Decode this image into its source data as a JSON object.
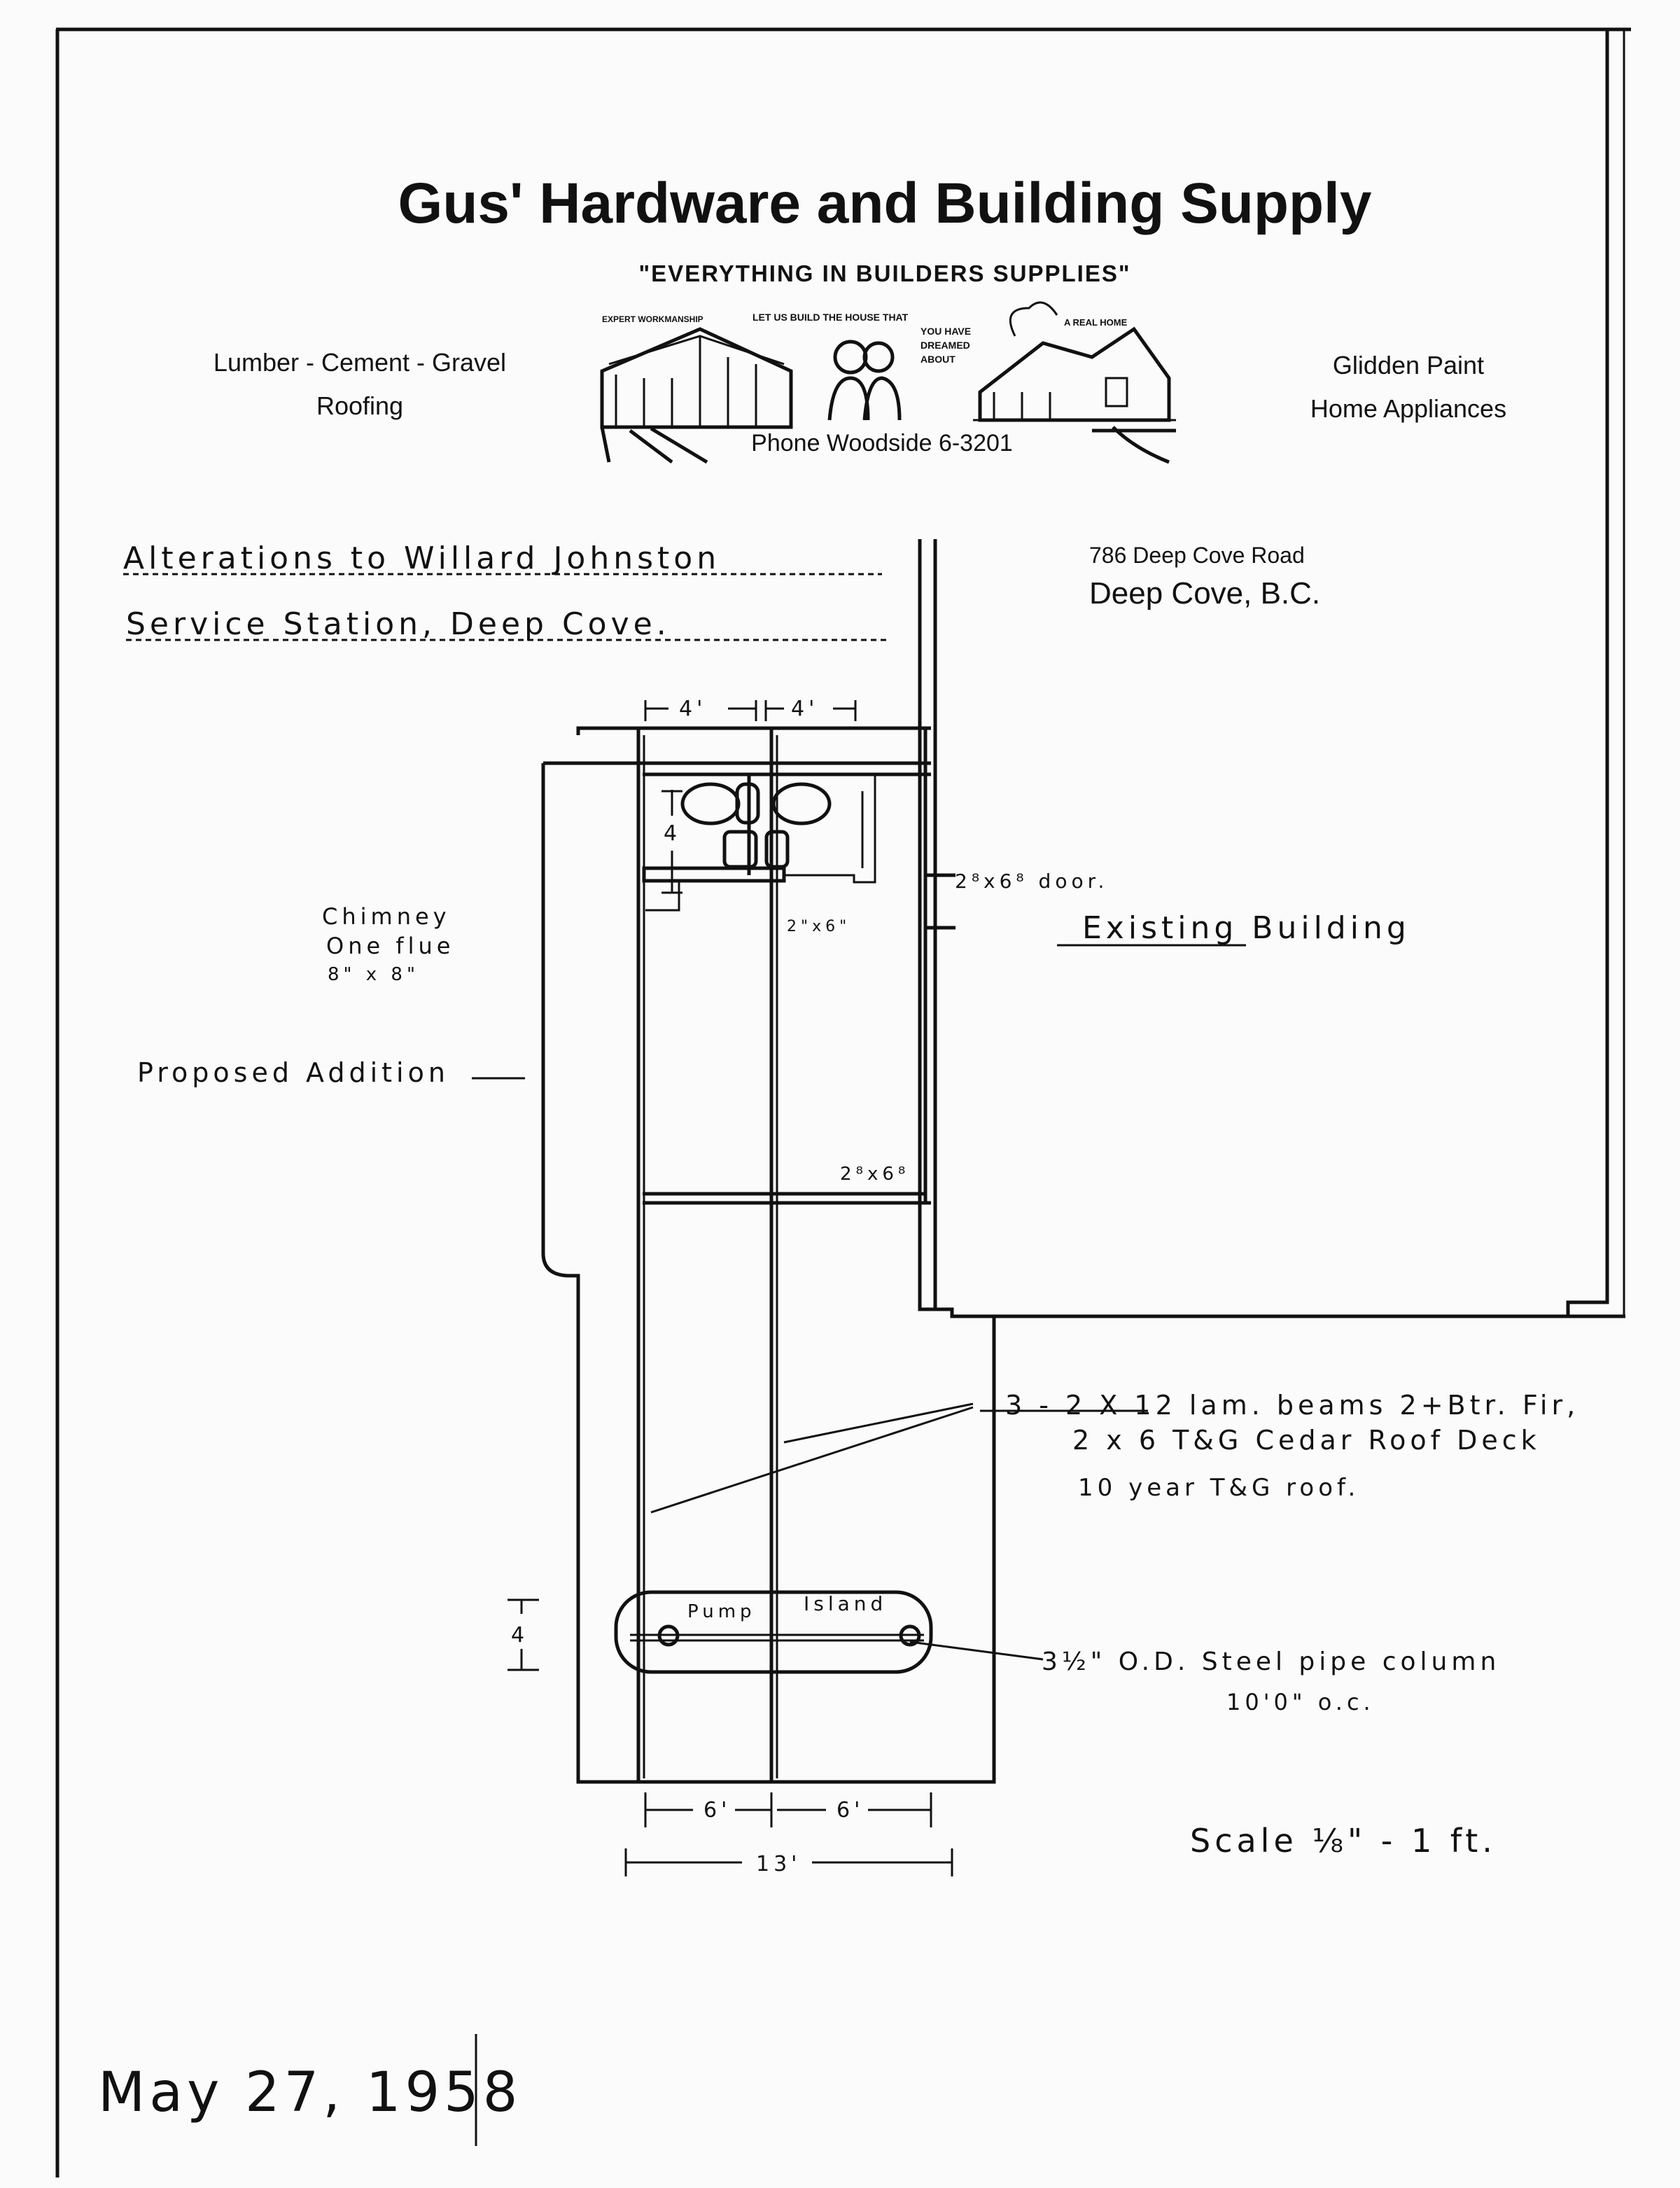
{
  "letterhead": {
    "company": "Gus' Hardware and Building Supply",
    "tagline": "\"EVERYTHING IN BUILDERS SUPPLIES\"",
    "left_line1": "Lumber - Cement - Gravel",
    "left_line2": "Roofing",
    "right_line1": "Glidden Paint",
    "right_line2": "Home Appliances",
    "phone": "Phone Woodside 6-3201",
    "illustration": {
      "caption_left": "EXPERT WORKMANSHIP",
      "caption_center_1": "LET US BUILD THE HOUSE THAT",
      "caption_center_2": "YOU HAVE",
      "caption_center_3": "DREAMED",
      "caption_center_4": "ABOUT",
      "caption_right": "A REAL HOME"
    }
  },
  "project": {
    "title_line1": "Alterations to Willard Johnston",
    "title_line2": "Service Station, Deep Cove.",
    "address_line1": "786 Deep Cove Road",
    "address_line2": "Deep Cove, B.C."
  },
  "plan": {
    "dim_top_left": "4'",
    "dim_top_right": "4'",
    "dim_side": "4",
    "dim_island": "4",
    "dim_bottom_left": "6'",
    "dim_bottom_right": "6'",
    "dim_total": "13'",
    "chimney_1": "Chimney",
    "chimney_2": "One flue",
    "chimney_3": "8\" x 8\"",
    "proposed_addition": "Proposed Addition",
    "door_label": "2⁸x6⁸ door.",
    "existing_building": "Existing Building",
    "partition_label": "2\"x6\"",
    "door2_label": "2⁸x6⁸",
    "beams_1": "3 - 2 X 12  lam. beams  2+Btr. Fir,",
    "beams_2": "2 x 6  T&G  Cedar Roof Deck",
    "beams_3": "10 year  T&G roof.",
    "pump": "Pump",
    "island": "Island",
    "column_1": "3½\" O.D.  Steel pipe column",
    "column_2": "10'0\" o.c.",
    "scale": "Scale  ⅛\" - 1 ft."
  },
  "date": "May 27, 1958"
}
